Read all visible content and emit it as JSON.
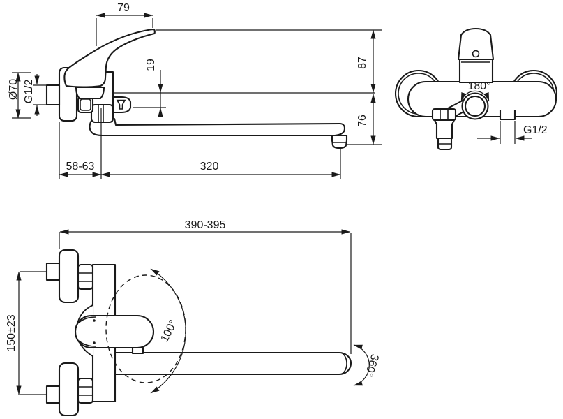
{
  "drawing": {
    "background": "#ffffff",
    "line_color": "#1a1a1a",
    "side_view": {
      "dim_handle_width": "79",
      "dim_flange_diameter": "Ø70",
      "dim_inlet_thread": "G1/2",
      "dim_outlet_offset": "19",
      "dim_height_above": "87",
      "dim_height_below": "76",
      "dim_wall_distance": "58-63",
      "dim_spout_reach": "320"
    },
    "front_view": {
      "dim_swivel_range": "180°",
      "dim_outlet_thread": "G1/2"
    },
    "top_view": {
      "dim_overall_width": "390-395",
      "dim_center_distance": "150±23",
      "dim_handle_swing": "100°",
      "dim_spout_swivel": "360°"
    }
  }
}
